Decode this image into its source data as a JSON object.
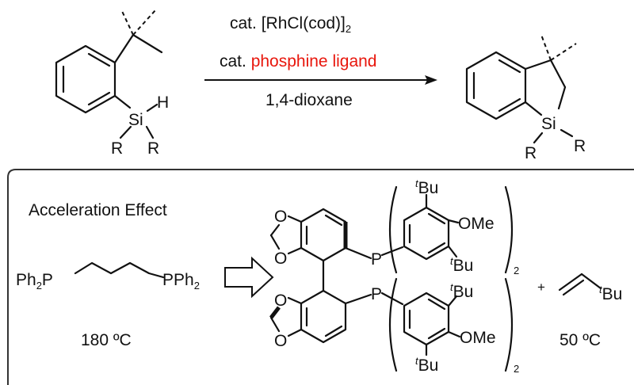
{
  "reaction": {
    "catalyst_prefix": "cat. ",
    "catalyst_formula": "[RhCl(cod)]",
    "catalyst_subscript": "2",
    "ligand_prefix": "cat. ",
    "ligand_text": "phosphine ligand",
    "solvent": "1,4-dioxane",
    "ligand_color": "#e8160c"
  },
  "substrate": {
    "si": "Si",
    "h": "H",
    "r1": "R",
    "r2": "R"
  },
  "product": {
    "si": "Si",
    "r1": "R",
    "r2": "R"
  },
  "panel": {
    "title": "Acceleration Effect",
    "dppp_left": "Ph",
    "dppp_left_sub": "2",
    "dppp_left_p": "P",
    "dppp_right": "PPh",
    "dppp_right_sub": "2",
    "temp_old": "180 ºC",
    "p_top": "P",
    "p_bottom": "P",
    "tbu_t": "t",
    "tbu_bu": "Bu",
    "ome": "OMe",
    "paren_sub": "2",
    "plus": "+",
    "temp_new": "50 ºC",
    "temp_new_color": "#1a2fd6"
  }
}
